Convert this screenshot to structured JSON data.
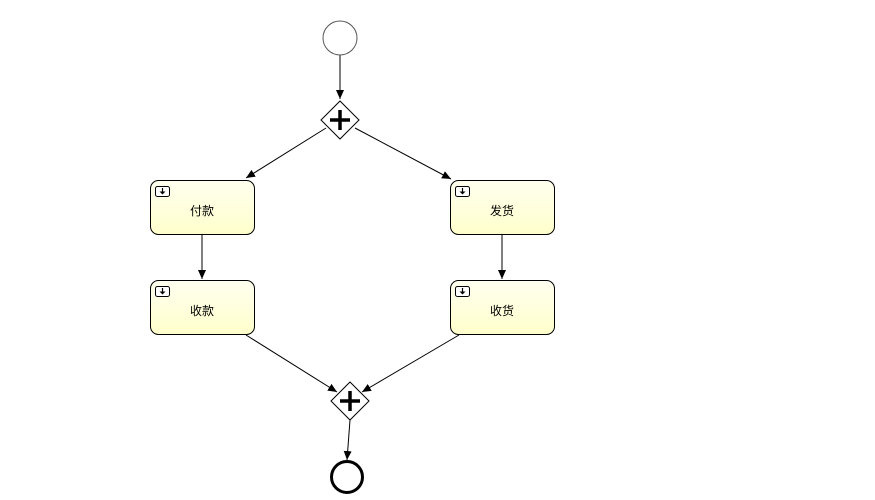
{
  "diagram": {
    "type": "bpmn-process",
    "colors": {
      "stroke": "#000000",
      "task_fill_top": "#fffff0",
      "task_fill_bottom": "#ffffcc",
      "start_fill": "#ffffff",
      "gateway_fill": "#ffffff"
    },
    "nodes": {
      "start_event": {
        "kind": "start-event"
      },
      "fork_gateway": {
        "kind": "parallel-gateway"
      },
      "task_pay": {
        "kind": "user-task",
        "label": "付款",
        "icon": "user-task-icon"
      },
      "task_ship": {
        "kind": "user-task",
        "label": "发货",
        "icon": "user-task-icon"
      },
      "task_receive_payment": {
        "kind": "user-task",
        "label": "收款",
        "icon": "user-task-icon"
      },
      "task_receive_goods": {
        "kind": "user-task",
        "label": "收货",
        "icon": "user-task-icon"
      },
      "join_gateway": {
        "kind": "parallel-gateway"
      },
      "end_event": {
        "kind": "end-event"
      }
    },
    "flows": [
      {
        "from": "start_event",
        "to": "fork_gateway"
      },
      {
        "from": "fork_gateway",
        "to": "task_pay"
      },
      {
        "from": "fork_gateway",
        "to": "task_ship"
      },
      {
        "from": "task_pay",
        "to": "task_receive_payment"
      },
      {
        "from": "task_ship",
        "to": "task_receive_goods"
      },
      {
        "from": "task_receive_payment",
        "to": "join_gateway"
      },
      {
        "from": "task_receive_goods",
        "to": "join_gateway"
      },
      {
        "from": "join_gateway",
        "to": "end_event"
      }
    ]
  }
}
